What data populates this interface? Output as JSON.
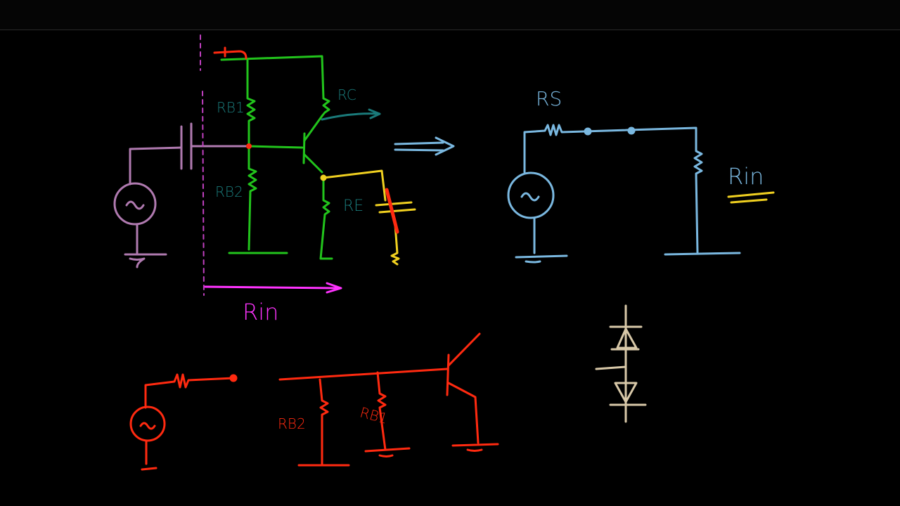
{
  "labels": {
    "rb1_top": "RB1",
    "rb2_top": "RB2",
    "rc": "RC",
    "re": "RE",
    "rin_left": "Rin",
    "rs": "RS",
    "rin_right": "Rin",
    "rb2_bottom": "RB2",
    "rb1_bottom": "RB1"
  },
  "colors": {
    "background": "#000000",
    "amplifier_circuit": "#22c41c",
    "source_circuit": "#b07ab0",
    "rin_arrow": "#ff33ff",
    "label_teal": "#1a7a7a",
    "emitter_bypass": "#f0d020",
    "equivalent_circuit": "#7ab8e0",
    "redrawn_circuit": "#ff2a10",
    "diodes": "#d8c8a8"
  }
}
